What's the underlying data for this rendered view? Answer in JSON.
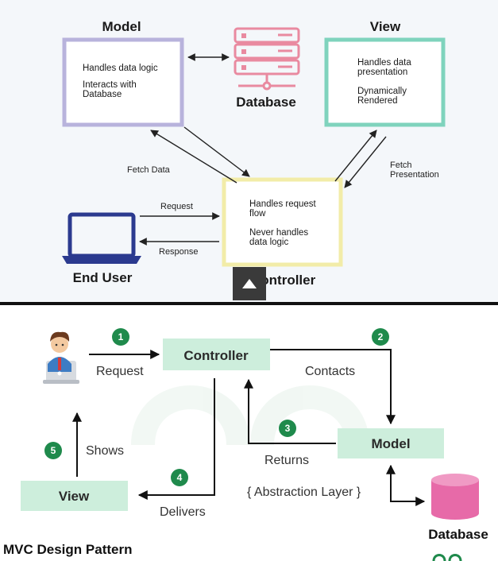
{
  "top": {
    "model": {
      "title": "Model",
      "line1": "Handles data logic",
      "line2a": "Interacts with",
      "line2b": "Database"
    },
    "view": {
      "title": "View",
      "line1a": "Handles data",
      "line1b": "presentation",
      "line2a": "Dynamically",
      "line2b": "Rendered"
    },
    "database": {
      "title": "Database"
    },
    "controller": {
      "title": "Controller",
      "line1a": "Handles request",
      "line1b": "flow",
      "line2a": "Never handles",
      "line2b": "data logic"
    },
    "end_user": {
      "title": "End User"
    },
    "labels": {
      "fetch_data": "Fetch Data",
      "fetch_presentation_a": "Fetch",
      "fetch_presentation_b": "Presentation",
      "request": "Request",
      "response": "Response"
    }
  },
  "bottom": {
    "controller": "Controller",
    "model": "Model",
    "view": "View",
    "database": "Database",
    "labels": {
      "request": "Request",
      "contacts": "Contacts",
      "returns": "Returns",
      "delivers": "Delivers",
      "shows": "Shows",
      "abstraction": "{ Abstraction Layer }"
    },
    "steps": [
      "1",
      "2",
      "3",
      "4",
      "5"
    ],
    "footer": "MVC Design Pattern"
  },
  "colors": {
    "model_border": "#b8b3dc",
    "view_border": "#7fd3bd",
    "controller_border": "#f2eca8",
    "database_pink": "#e98aa0",
    "laptop_blue": "#2b3a8f",
    "box_green": "#cdeedc",
    "step_green": "#1f8a4c",
    "db_magenta": "#e76aa8"
  }
}
